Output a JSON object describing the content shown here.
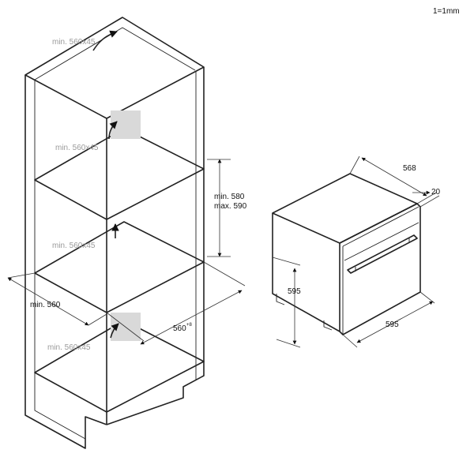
{
  "scale_note": "1=1mm",
  "cabinet": {
    "vent_labels": [
      "min. 560x45",
      "min. 560x45",
      "min. 560x45",
      "min. 560x45"
    ],
    "height_label_min": "min. 580",
    "height_label_max": "max. 590",
    "width_label": "min. 560",
    "depth_label": "560",
    "depth_superscript": "+8"
  },
  "oven": {
    "depth_label": "568",
    "front_label": "20",
    "height_label": "595",
    "width_label": "595"
  }
}
